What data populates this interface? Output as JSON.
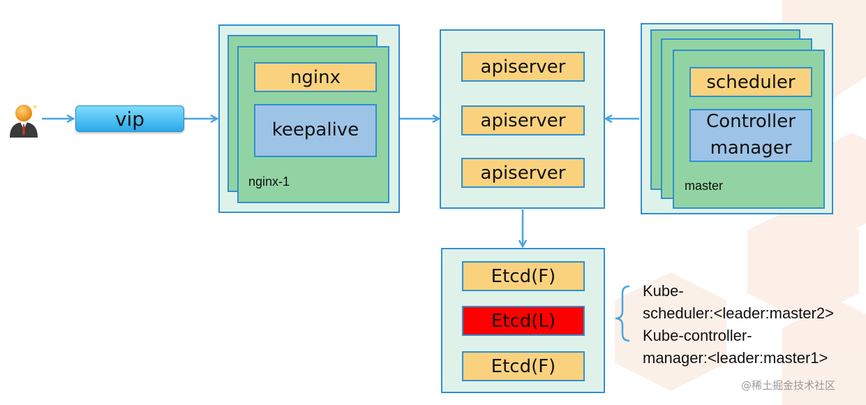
{
  "diagram": {
    "vip": "vip",
    "nginx_group": {
      "nginx": "nginx",
      "keepalive": "keepalive",
      "label": "nginx-1"
    },
    "apiservers": [
      "apiserver",
      "apiserver",
      "apiserver"
    ],
    "master_group": {
      "scheduler": "scheduler",
      "controller_line1": "Controller",
      "controller_line2": "manager",
      "label": "master"
    },
    "etcd": [
      "Etcd(F)",
      "Etcd(L)",
      "Etcd(F)"
    ],
    "notes": [
      "Kube-",
      "scheduler:<leader:master2>",
      "Kube-controller-",
      "manager:<leader:master1>"
    ],
    "watermark": "@稀土掘金技术社区"
  },
  "colors": {
    "frame_border": "#2f8fd0",
    "outer_fill": "#dff2ea",
    "green_fill": "#92d3a3",
    "orange_fill": "#fad27e",
    "blue_fill": "#9dc3e6",
    "leader_fill": "#ff0000",
    "arrow": "#4aa3df"
  },
  "icons": {
    "user": "user-avatar-icon"
  }
}
